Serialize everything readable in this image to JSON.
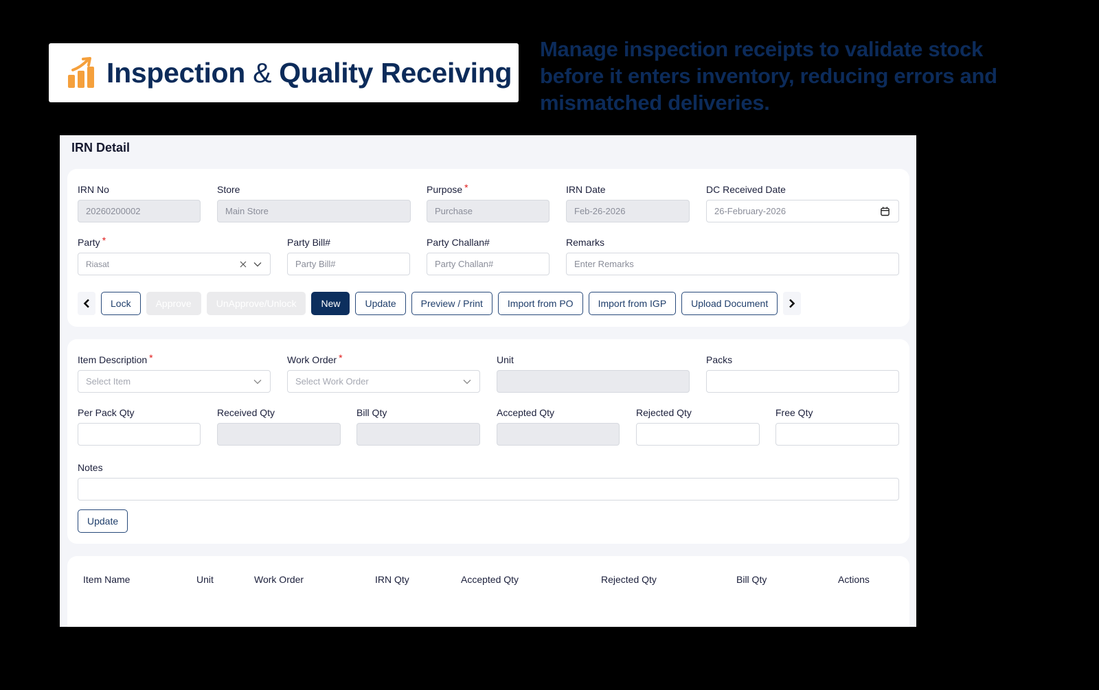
{
  "hero": {
    "title_part1": "Inspection",
    "title_amp": "&",
    "title_part2": "Quality Receiving",
    "icon": "bar-chart-growth-icon",
    "icon_color": "#f5a03c",
    "description": "Manage inspection receipts to validate stock before it enters inventory, reducing errors and mismatched deliveries."
  },
  "panel": {
    "title": "IRN Detail",
    "header_fields": {
      "irn_no": {
        "label": "IRN No",
        "value": "20260200002"
      },
      "store": {
        "label": "Store",
        "value": "Main Store"
      },
      "purpose": {
        "label": "Purpose",
        "required": "*",
        "value": "Purchase"
      },
      "irn_date": {
        "label": "IRN Date",
        "value": "Feb-26-2026"
      },
      "dc_received_date": {
        "label": "DC Received Date",
        "value": "26-February-2026"
      },
      "party": {
        "label": "Party",
        "required": "*",
        "value": "Riasat"
      },
      "party_bill": {
        "label": "Party Bill#",
        "placeholder": "Party Bill#"
      },
      "party_challan": {
        "label": "Party Challan#",
        "placeholder": "Party Challan#"
      },
      "remarks": {
        "label": "Remarks",
        "placeholder": "Enter Remarks"
      }
    },
    "toolbar": {
      "lock": "Lock",
      "approve": "Approve",
      "unapprove": "UnApprove/Unlock",
      "new": "New",
      "update": "Update",
      "preview": "Preview / Print",
      "import_po": "Import from PO",
      "import_igp": "Import from IGP",
      "upload": "Upload Document"
    },
    "item_fields": {
      "item_description": {
        "label": "Item Description",
        "required": "*",
        "placeholder": "Select Item"
      },
      "work_order": {
        "label": "Work Order",
        "required": "*",
        "placeholder": "Select Work Order"
      },
      "unit": {
        "label": "Unit",
        "value": ""
      },
      "packs": {
        "label": "Packs",
        "value": ""
      },
      "per_pack_qty": {
        "label": "Per Pack Qty",
        "value": ""
      },
      "received_qty": {
        "label": "Received Qty",
        "value": ""
      },
      "bill_qty": {
        "label": "Bill Qty",
        "value": ""
      },
      "accepted_qty": {
        "label": "Accepted Qty",
        "value": ""
      },
      "rejected_qty": {
        "label": "Rejected Qty",
        "value": ""
      },
      "free_qty": {
        "label": "Free Qty",
        "value": ""
      },
      "notes": {
        "label": "Notes",
        "value": ""
      },
      "update_button": "Update"
    },
    "table": {
      "columns": [
        "Item Name",
        "Unit",
        "Work Order",
        "IRN Qty",
        "Accepted Qty",
        "Rejected Qty",
        "Bill Qty",
        "Actions"
      ],
      "rows": []
    }
  },
  "colors": {
    "brand_navy": "#0c2b5a",
    "primary_button": "#0c2f5e",
    "required": "#e01b1b",
    "accent_orange": "#f5a03c"
  }
}
